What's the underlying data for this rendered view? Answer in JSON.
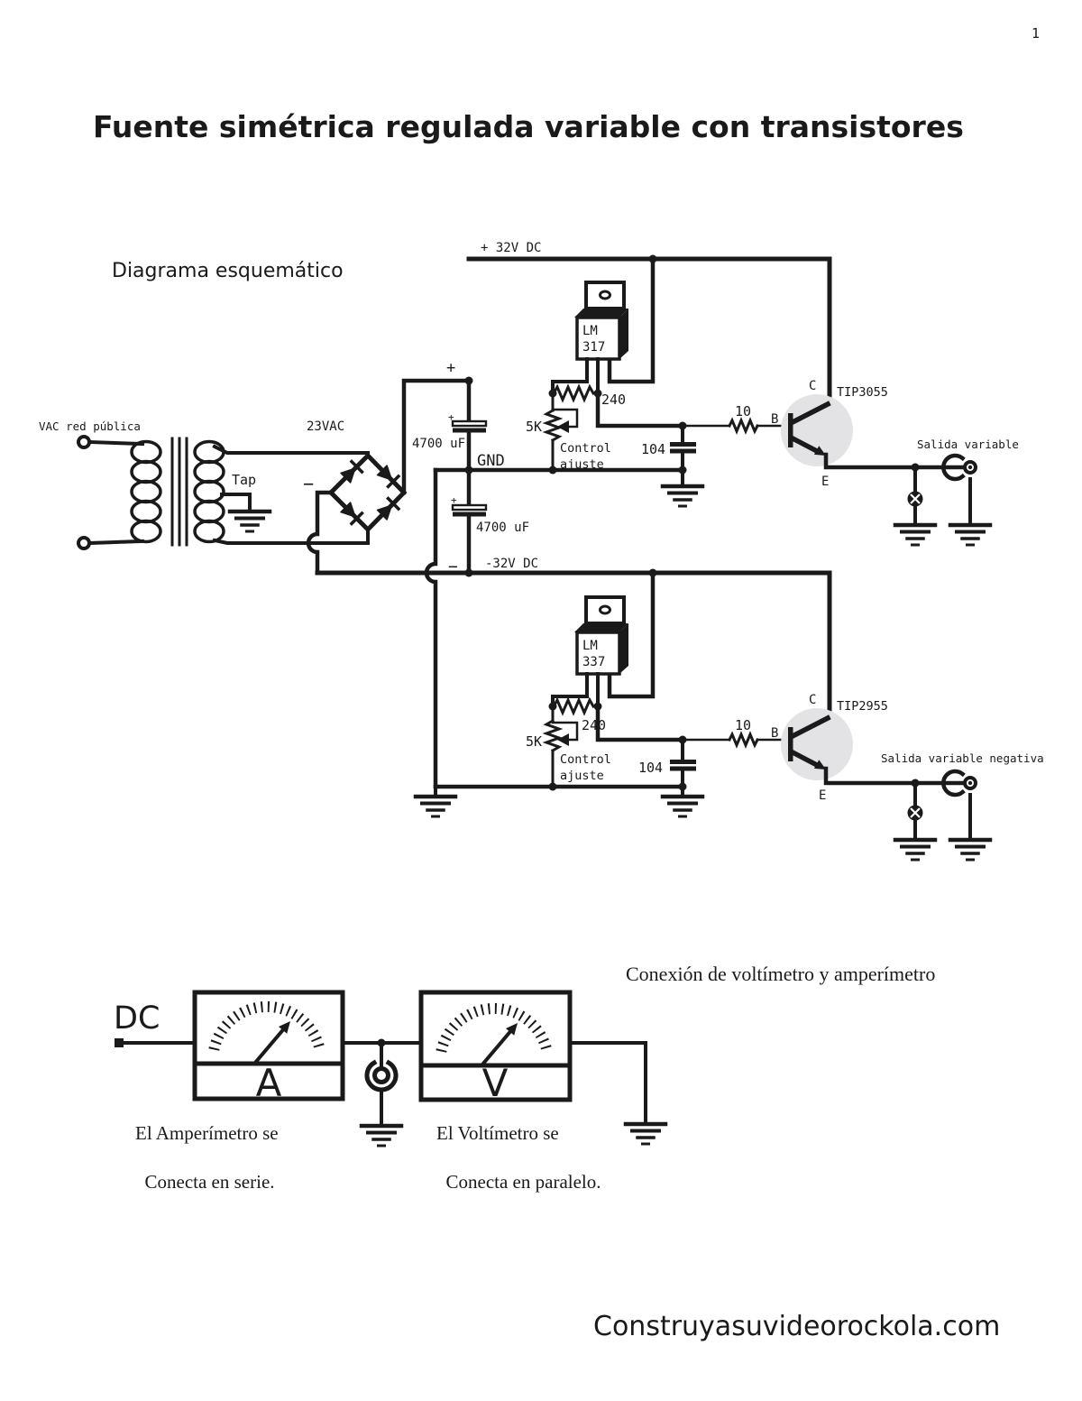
{
  "page": {
    "number": "1",
    "title": "Fuente simétrica regulada variable con transistores",
    "footer": "Construyasuvideorockola.com"
  },
  "diagram": {
    "caption": "Diagrama esquemático",
    "transformer": {
      "input_label": "VAC red pública",
      "secondary_label": "23VAC",
      "tap_label": "Tap"
    },
    "rails": {
      "positive": "+ 32V DC",
      "negative": "-32V DC",
      "ground": "GND",
      "bridge_plus": "+",
      "bridge_minus": "−",
      "cap_plus_top": "+",
      "cap_plus_bottom": "+",
      "rail_minus_mark": "−"
    },
    "capacitors": {
      "filter_top": "4700 uF",
      "filter_bottom": "4700 uF",
      "bypass_pos": "104",
      "bypass_neg": "104"
    },
    "regulators": {
      "positive": {
        "line1": "LM",
        "line2": "317"
      },
      "negative": {
        "line1": "LM",
        "line2": "337"
      }
    },
    "resistors": {
      "r240_pos": "240",
      "r240_neg": "240",
      "pot_pos": "5K",
      "pot_neg": "5K",
      "r10_pos": "10",
      "r10_neg": "10"
    },
    "pot_caption": {
      "line1": "Control",
      "line2": "ajuste"
    },
    "transistors": {
      "positive": {
        "name": "TIP3055",
        "b": "B",
        "c": "C",
        "e": "E"
      },
      "negative": {
        "name": "TIP2955",
        "b": "B",
        "c": "C",
        "e": "E"
      }
    },
    "outputs": {
      "positive": "Salida variable",
      "negative": "Salida variable negativa"
    }
  },
  "meters": {
    "heading": "Conexión de voltímetro y amperímetro",
    "source_label": "DC",
    "ammeter": {
      "letter": "A",
      "caption_line1": "El Amperímetro se",
      "caption_line2": "Conecta en serie."
    },
    "voltmeter": {
      "letter": "V",
      "caption_line1": "El Voltímetro se",
      "caption_line2": "Conecta en paralelo."
    }
  },
  "colors": {
    "ink": "#1a1a1a",
    "paper": "#ffffff",
    "transistor_halo": "#e3e3e5"
  }
}
